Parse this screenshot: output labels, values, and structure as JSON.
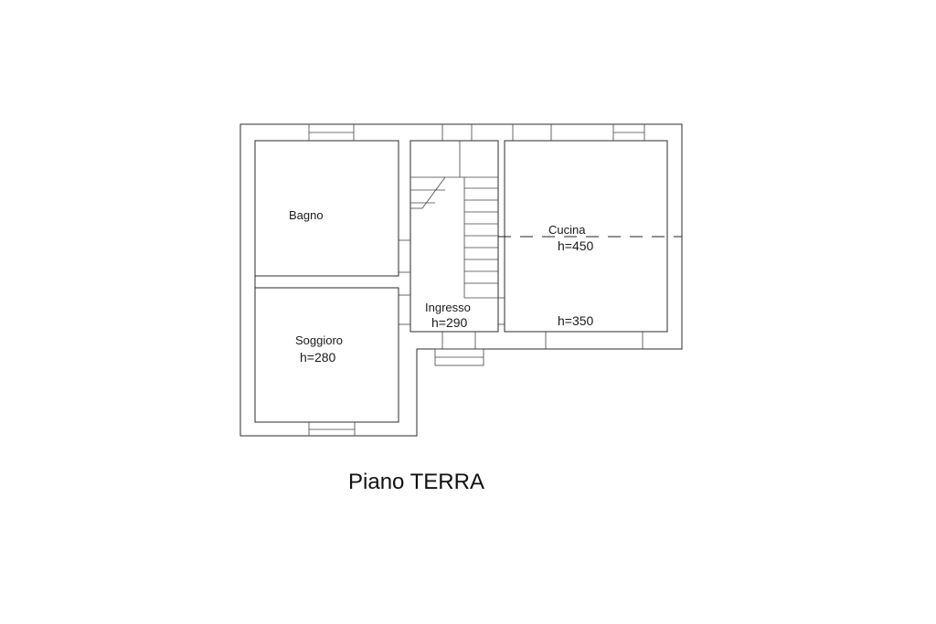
{
  "floor_plan": {
    "title": "Piano TERRA",
    "rooms": [
      {
        "id": "bagno",
        "name": "Bagno",
        "height": ""
      },
      {
        "id": "soggiorno",
        "name": "Soggioro",
        "height": "h=280"
      },
      {
        "id": "ingresso",
        "name": "Ingresso",
        "height": "h=290"
      },
      {
        "id": "cucina",
        "name": "Cucina",
        "height": "h=450",
        "height_low": "h=350"
      }
    ]
  }
}
